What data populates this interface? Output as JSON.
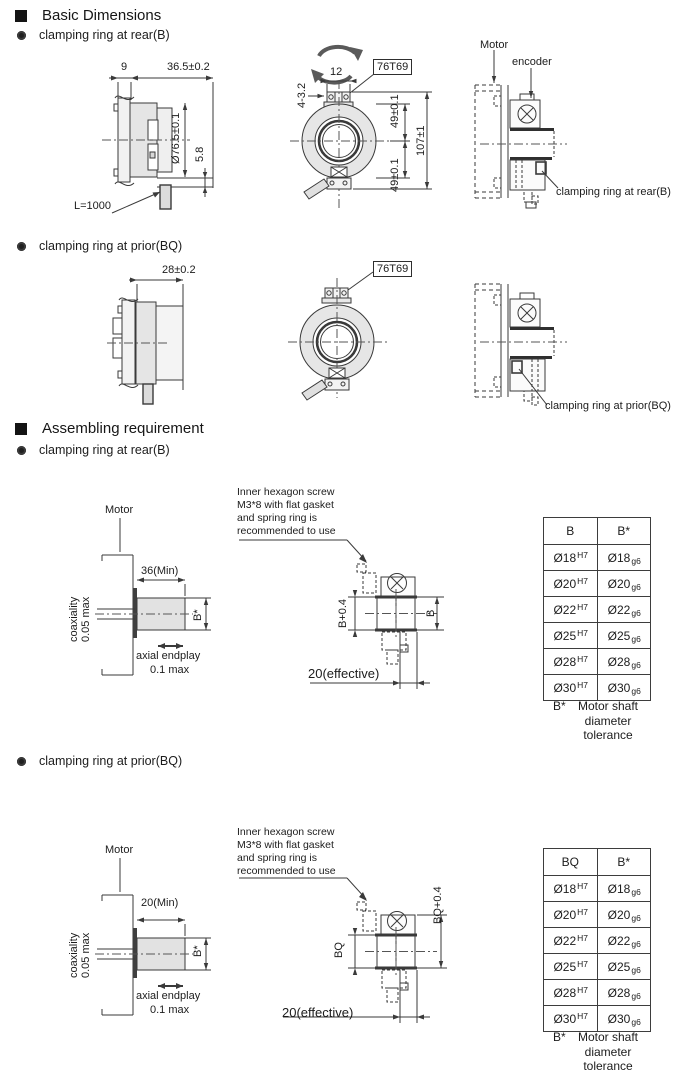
{
  "sections": {
    "basic": "Basic Dimensions",
    "assembling": "Assembling requirement"
  },
  "basic_rear": {
    "bullet": "clamping ring at rear(B)",
    "dim_flange": "9",
    "dim_depth": "36.5±0.2",
    "dim_dia": "Ø76.5±0.1",
    "dim_step": "5.8",
    "cable": "L=1000",
    "dim_12": "12",
    "part_no": "76T69",
    "dim_holes": "4-3.2",
    "dim_49a": "49±0.1",
    "dim_49b": "49±0.1",
    "dim_107": "107±1",
    "motor": "Motor",
    "encoder": "encoder",
    "clamp": "clamping ring at rear(B)"
  },
  "basic_prior": {
    "bullet": "clamping ring at prior(BQ)",
    "dim_depth": "28±0.2",
    "part_no": "76T69",
    "clamp": "clamping ring at prior(BQ)"
  },
  "asm_rear": {
    "bullet": "clamping ring at rear(B)",
    "motor": "Motor",
    "dim_min": "36(Min)",
    "coax1": "coaxiality",
    "coax2": "0.05 max",
    "shaft_dia": "B*",
    "endplay1": "axial endplay",
    "endplay2": "0.1 max",
    "note": "Inner hexagon screw\nM3*8 with flat gasket\nand spring ring is\nrecommended to use",
    "dim_left": "B+0.4",
    "dim_right": "B",
    "dim_eff": "20(effective)",
    "table": {
      "col1": "B",
      "col2": "B*",
      "rows": [
        {
          "d1": "Ø18",
          "t1": "H7",
          "d2": "Ø18",
          "t2": "g6"
        },
        {
          "d1": "Ø20",
          "t1": "H7",
          "d2": "Ø20",
          "t2": "g6"
        },
        {
          "d1": "Ø22",
          "t1": "H7",
          "d2": "Ø22",
          "t2": "g6"
        },
        {
          "d1": "Ø25",
          "t1": "H7",
          "d2": "Ø25",
          "t2": "g6"
        },
        {
          "d1": "Ø28",
          "t1": "H7",
          "d2": "Ø28",
          "t2": "g6"
        },
        {
          "d1": "Ø30",
          "t1": "H7",
          "d2": "Ø30",
          "t2": "g6"
        }
      ],
      "cap_sym": "B*",
      "cap_text": "Motor shaft\ndiameter\ntolerance"
    }
  },
  "asm_prior": {
    "bullet": "clamping ring at prior(BQ)",
    "motor": "Motor",
    "dim_min": "20(Min)",
    "coax1": "coaxiality",
    "coax2": "0.05 max",
    "shaft_dia": "B*",
    "endplay1": "axial endplay",
    "endplay2": "0.1 max",
    "note": "Inner hexagon screw\nM3*8 with flat gasket\nand spring ring is\nrecommended to use",
    "dim_left": "BQ",
    "dim_right": "BQ+0.4",
    "dim_eff": "20(effective)",
    "table": {
      "col1": "BQ",
      "col2": "B*",
      "rows": [
        {
          "d1": "Ø18",
          "t1": "H7",
          "d2": "Ø18",
          "t2": "g6"
        },
        {
          "d1": "Ø20",
          "t1": "H7",
          "d2": "Ø20",
          "t2": "g6"
        },
        {
          "d1": "Ø22",
          "t1": "H7",
          "d2": "Ø22",
          "t2": "g6"
        },
        {
          "d1": "Ø25",
          "t1": "H7",
          "d2": "Ø25",
          "t2": "g6"
        },
        {
          "d1": "Ø28",
          "t1": "H7",
          "d2": "Ø28",
          "t2": "g6"
        },
        {
          "d1": "Ø30",
          "t1": "H7",
          "d2": "Ø30",
          "t2": "g6"
        }
      ],
      "cap_sym": "B*",
      "cap_text": "Motor shaft\ndiameter\ntolerance"
    }
  }
}
